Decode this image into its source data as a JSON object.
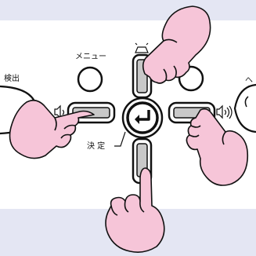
{
  "labels": {
    "menu": "メニュー",
    "detect": "検出",
    "enter": "決 定",
    "keystone_up_symbol": "⏢",
    "partial_symbol": "へ"
  },
  "icons": {
    "volume_down": "speaker-low-icon",
    "volume_up": "speaker-high-icon",
    "enter": "enter-arrow-icon",
    "hand": "pointing-hand-icon"
  },
  "colors": {
    "background": "#e4e6f3",
    "panel": "#ffffff",
    "button_fill": "#c8c8c8",
    "hand_fill": "#f6c5d8",
    "outline": "#111111"
  }
}
